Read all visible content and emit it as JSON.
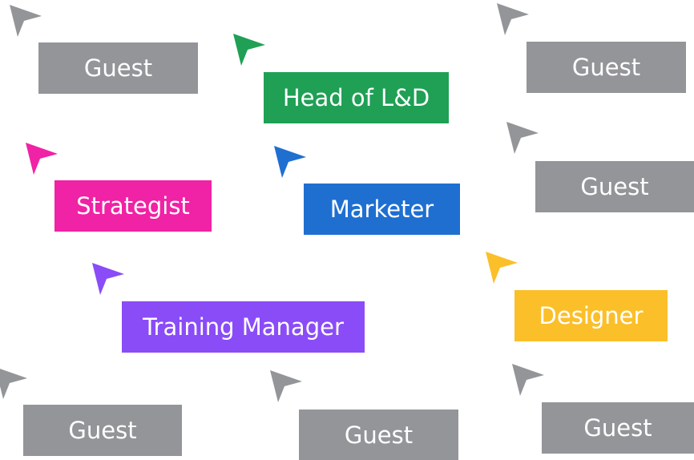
{
  "colors": {
    "guest": "#939598",
    "head_of_ld": "#1fa055",
    "marketer": "#1f6fd1",
    "strategist": "#f022a5",
    "training_manager": "#8a4cf7",
    "designer": "#fbbf2a"
  },
  "collaborators": [
    {
      "id": "guest-1",
      "label": "Guest",
      "color_key": "guest",
      "cursor_icon": "pointer-cursor-icon"
    },
    {
      "id": "head-of-ld",
      "label": "Head of L&D",
      "color_key": "head_of_ld",
      "cursor_icon": "pointer-cursor-icon"
    },
    {
      "id": "guest-2",
      "label": "Guest",
      "color_key": "guest",
      "cursor_icon": "pointer-cursor-icon"
    },
    {
      "id": "strategist",
      "label": "Strategist",
      "color_key": "strategist",
      "cursor_icon": "pointer-cursor-icon"
    },
    {
      "id": "marketer",
      "label": "Marketer",
      "color_key": "marketer",
      "cursor_icon": "pointer-cursor-icon"
    },
    {
      "id": "guest-3",
      "label": "Guest",
      "color_key": "guest",
      "cursor_icon": "pointer-cursor-icon"
    },
    {
      "id": "training-manager",
      "label": "Training Manager",
      "color_key": "training_manager",
      "cursor_icon": "pointer-cursor-icon"
    },
    {
      "id": "designer",
      "label": "Designer",
      "color_key": "designer",
      "cursor_icon": "pointer-cursor-icon"
    },
    {
      "id": "guest-4",
      "label": "Guest",
      "color_key": "guest",
      "cursor_icon": "pointer-cursor-icon"
    },
    {
      "id": "guest-5",
      "label": "Guest",
      "color_key": "guest",
      "cursor_icon": "pointer-cursor-icon"
    },
    {
      "id": "guest-6",
      "label": "Guest",
      "color_key": "guest",
      "cursor_icon": "pointer-cursor-icon"
    }
  ]
}
